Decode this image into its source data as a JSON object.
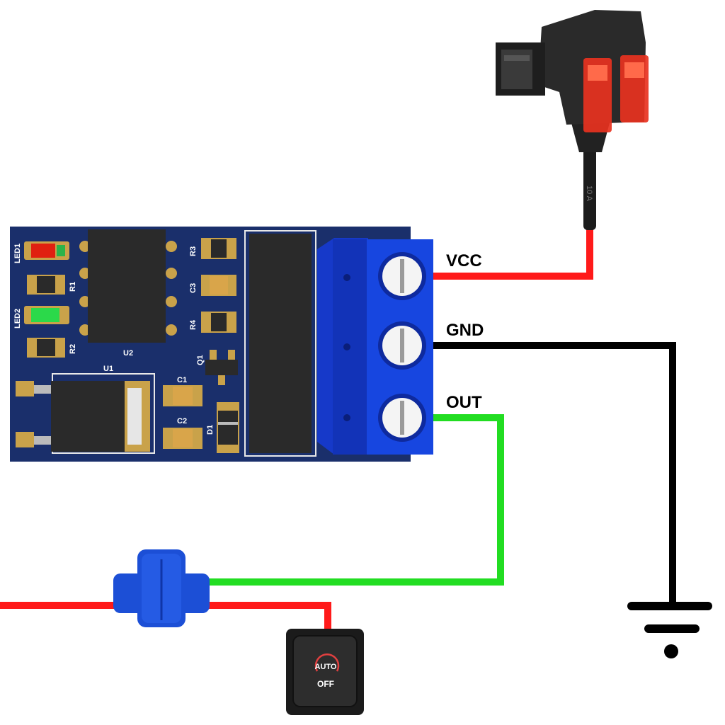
{
  "terminals": {
    "vcc": "VCC",
    "gnd": "GND",
    "out": "OUT"
  },
  "pcb": {
    "components": {
      "led1": "LED1",
      "led2": "LED2",
      "r1": "R1",
      "r2": "R2",
      "r3": "R3",
      "r4": "R4",
      "c1": "C1",
      "c2": "C2",
      "c3": "C3",
      "q1": "Q1",
      "d1": "D1",
      "u1": "U1",
      "u2": "U2"
    }
  },
  "fuse_tap": {
    "label": "10 A"
  },
  "switch": {
    "top_text": "AUTO",
    "bottom_text": "OFF"
  },
  "colors": {
    "pcb": "#1a2f6b",
    "terminal_block": "#1639c9",
    "vcc_wire": "#ff1a1a",
    "gnd_wire": "#000000",
    "out_wire": "#22dd22",
    "tap_connector": "#1c4fd6",
    "fuse": "#e8321f"
  },
  "icons": [
    "ground-symbol-icon",
    "auto-off-icon"
  ]
}
